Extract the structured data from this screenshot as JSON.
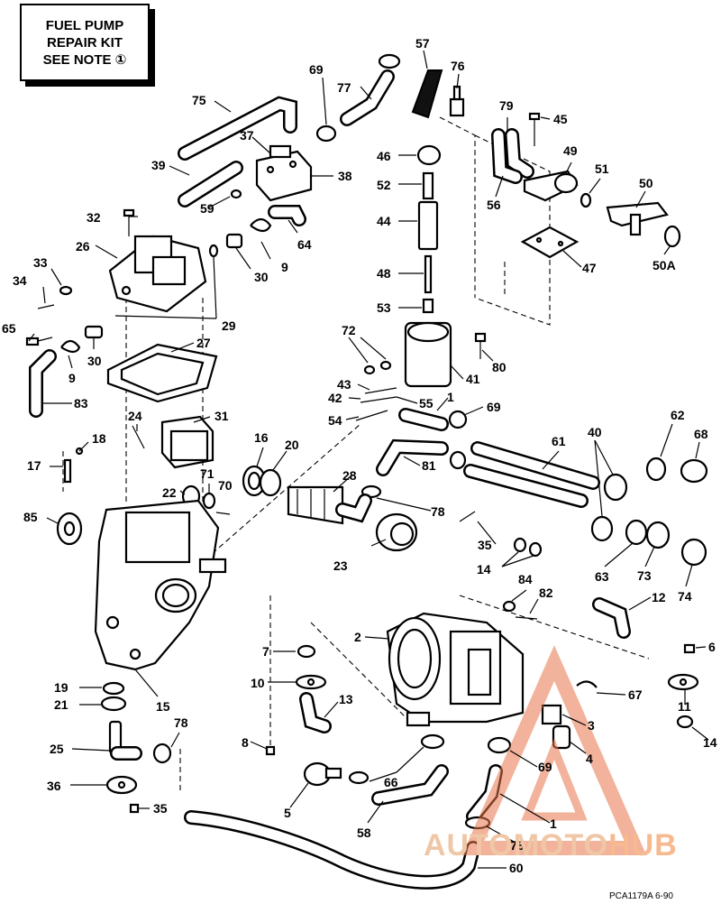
{
  "repair_kit_note": [
    "FUEL PUMP",
    "REPAIR KIT",
    "SEE NOTE ①"
  ],
  "callouts": [
    {
      "id": "c75",
      "label": "75"
    },
    {
      "id": "c39",
      "label": "39"
    },
    {
      "id": "c37",
      "label": "37"
    },
    {
      "id": "c38",
      "label": "38"
    },
    {
      "id": "c59",
      "label": "59"
    },
    {
      "id": "c64",
      "label": "64"
    },
    {
      "id": "c32",
      "label": "32"
    },
    {
      "id": "c26",
      "label": "26"
    },
    {
      "id": "c33",
      "label": "33"
    },
    {
      "id": "c34",
      "label": "34"
    },
    {
      "id": "c30a",
      "label": "30"
    },
    {
      "id": "c9a",
      "label": "9"
    },
    {
      "id": "c29",
      "label": "29"
    },
    {
      "id": "c65",
      "label": "65"
    },
    {
      "id": "c30b",
      "label": "30"
    },
    {
      "id": "c27",
      "label": "27"
    },
    {
      "id": "c9b",
      "label": "9"
    },
    {
      "id": "c83",
      "label": "83"
    },
    {
      "id": "c24",
      "label": "24"
    },
    {
      "id": "c31",
      "label": "31"
    },
    {
      "id": "c18",
      "label": "18"
    },
    {
      "id": "c17",
      "label": "17"
    },
    {
      "id": "c22",
      "label": "22"
    },
    {
      "id": "c71",
      "label": "71"
    },
    {
      "id": "c70",
      "label": "70"
    },
    {
      "id": "c16",
      "label": "16"
    },
    {
      "id": "c20",
      "label": "20"
    },
    {
      "id": "c85",
      "label": "85"
    },
    {
      "id": "c19",
      "label": "19"
    },
    {
      "id": "c21",
      "label": "21"
    },
    {
      "id": "c15",
      "label": "15"
    },
    {
      "id": "c25",
      "label": "25"
    },
    {
      "id": "c78a",
      "label": "78"
    },
    {
      "id": "c36",
      "label": "36"
    },
    {
      "id": "c35a",
      "label": "35"
    },
    {
      "id": "c69a",
      "label": "69"
    },
    {
      "id": "c77",
      "label": "77"
    },
    {
      "id": "c57",
      "label": "57"
    },
    {
      "id": "c76",
      "label": "76"
    },
    {
      "id": "c46",
      "label": "46"
    },
    {
      "id": "c52",
      "label": "52"
    },
    {
      "id": "c44",
      "label": "44"
    },
    {
      "id": "c48",
      "label": "48"
    },
    {
      "id": "c53",
      "label": "53"
    },
    {
      "id": "c72",
      "label": "72"
    },
    {
      "id": "c43",
      "label": "43"
    },
    {
      "id": "c42",
      "label": "42"
    },
    {
      "id": "c55",
      "label": "55"
    },
    {
      "id": "c54",
      "label": "54"
    },
    {
      "id": "c1a",
      "label": "1"
    },
    {
      "id": "c41",
      "label": "41"
    },
    {
      "id": "c80",
      "label": "80"
    },
    {
      "id": "c69b",
      "label": "69"
    },
    {
      "id": "c81",
      "label": "81"
    },
    {
      "id": "c28",
      "label": "28"
    },
    {
      "id": "c78b",
      "label": "78"
    },
    {
      "id": "c23",
      "label": "23"
    },
    {
      "id": "c35b",
      "label": "35"
    },
    {
      "id": "c14a",
      "label": "14"
    },
    {
      "id": "c79",
      "label": "79"
    },
    {
      "id": "c45",
      "label": "45"
    },
    {
      "id": "c49",
      "label": "49"
    },
    {
      "id": "c56",
      "label": "56"
    },
    {
      "id": "c51",
      "label": "51"
    },
    {
      "id": "c50",
      "label": "50"
    },
    {
      "id": "c50A",
      "label": "50A"
    },
    {
      "id": "c47",
      "label": "47"
    },
    {
      "id": "c62",
      "label": "62"
    },
    {
      "id": "c40",
      "label": "40"
    },
    {
      "id": "c68",
      "label": "68"
    },
    {
      "id": "c61",
      "label": "61"
    },
    {
      "id": "c63",
      "label": "63"
    },
    {
      "id": "c73",
      "label": "73"
    },
    {
      "id": "c74",
      "label": "74"
    },
    {
      "id": "c84",
      "label": "84"
    },
    {
      "id": "c82",
      "label": "82"
    },
    {
      "id": "c12",
      "label": "12"
    },
    {
      "id": "c2",
      "label": "2"
    },
    {
      "id": "c7",
      "label": "7"
    },
    {
      "id": "c10",
      "label": "10"
    },
    {
      "id": "c13",
      "label": "13"
    },
    {
      "id": "c8",
      "label": "8"
    },
    {
      "id": "c5",
      "label": "5"
    },
    {
      "id": "c66",
      "label": "66"
    },
    {
      "id": "c58",
      "label": "58"
    },
    {
      "id": "c67",
      "label": "67"
    },
    {
      "id": "c3",
      "label": "3"
    },
    {
      "id": "c4",
      "label": "4"
    },
    {
      "id": "c69c",
      "label": "69"
    },
    {
      "id": "c6",
      "label": "6"
    },
    {
      "id": "c11",
      "label": "11"
    },
    {
      "id": "c14b",
      "label": "14"
    },
    {
      "id": "c1b",
      "label": "1"
    },
    {
      "id": "c78c",
      "label": "78"
    },
    {
      "id": "c60",
      "label": "60"
    }
  ],
  "watermark": {
    "brand_a": "AUTOMOTO",
    "brand_b": "HUB"
  },
  "figure_ref": "PCA1179A   6-90"
}
